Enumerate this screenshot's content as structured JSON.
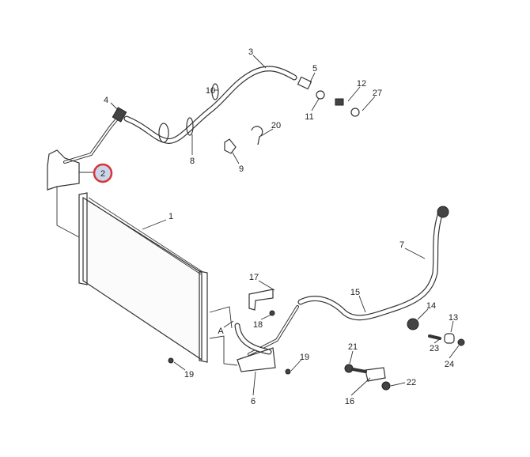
{
  "diagram": {
    "labels": {
      "l1": "1",
      "l2": "2",
      "l3": "3",
      "l4": "4",
      "l5": "5",
      "l6": "6",
      "l7": "7",
      "l8": "8",
      "l9": "9",
      "l10": "10",
      "l11": "11",
      "l12": "12",
      "l13": "13",
      "l14": "14",
      "l15": "15",
      "l16": "16",
      "l17": "17",
      "l18": "18",
      "l19a": "19",
      "l19b": "19",
      "l20": "20",
      "l21": "21",
      "l22": "22",
      "l23": "23",
      "l24": "24",
      "l27": "27",
      "lA": "A"
    },
    "highlight_color": "#d9333a",
    "highlight_fill": "#c9d6ea"
  }
}
